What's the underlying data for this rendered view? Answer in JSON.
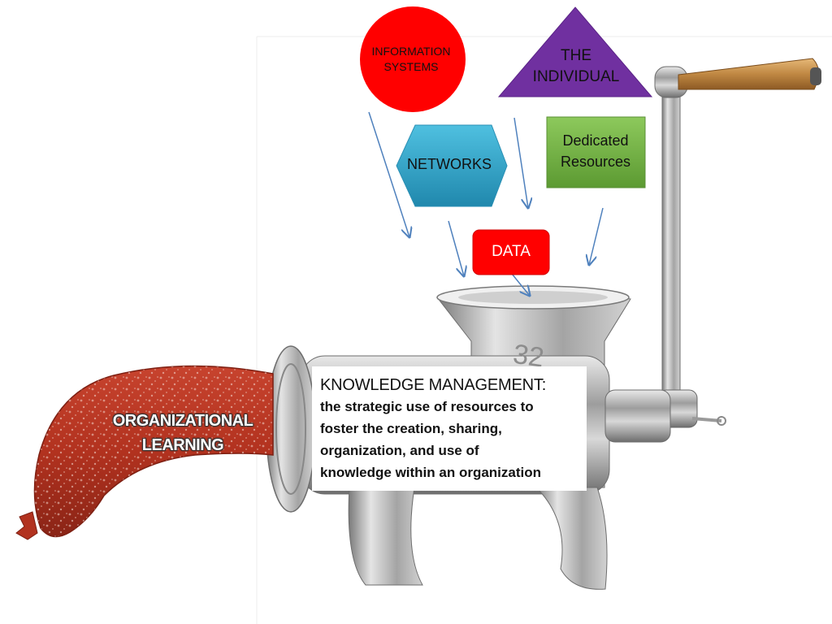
{
  "nodes": {
    "information_systems": {
      "label_line1": "INFORMATION",
      "label_line2": "SYSTEMS",
      "color": "#ff0000"
    },
    "the_individual": {
      "label_line1": "THE",
      "label_line2": "INDIVIDUAL",
      "color": "#7030a0"
    },
    "networks": {
      "label": "NETWORKS",
      "color": "#31a6c9"
    },
    "dedicated_resources": {
      "label_line1": "Dedicated",
      "label_line2": "Resources",
      "color": "#70ad47"
    },
    "data": {
      "label": "DATA",
      "color": "#ff0000"
    }
  },
  "output": {
    "label_line1": "ORGANIZATIONAL",
    "label_line2": "LEARNING"
  },
  "definition": {
    "title": "KNOWLEDGE MANAGEMENT",
    "title_suffix": ":",
    "line1": "the strategic use of resources to",
    "line2": "foster the creation, sharing,",
    "line3": "organization, and use of",
    "line4": "knowledge within an organization"
  },
  "grinder": {
    "engraved_number": "32"
  },
  "colors": {
    "arrow": "#4f81bd",
    "sausage": "#c0392b",
    "metal": "#b8b8b8",
    "handle_wood": "#c8954f"
  }
}
